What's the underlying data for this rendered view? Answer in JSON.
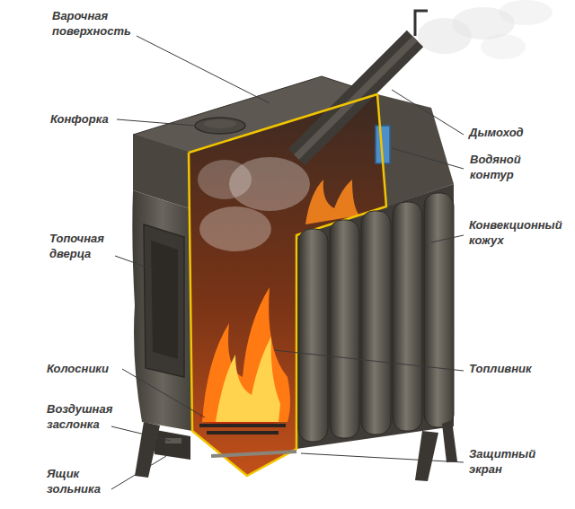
{
  "diagram": {
    "labels": [
      "Варочная поверхность",
      "Конфорка",
      "Топочная дверца",
      "Колосники",
      "Воздушная заслонка",
      "Ящик зольника",
      "Дымоход",
      "Водяной контур",
      "Конвекционный кожух",
      "Топливник",
      "Защитный экран"
    ]
  }
}
